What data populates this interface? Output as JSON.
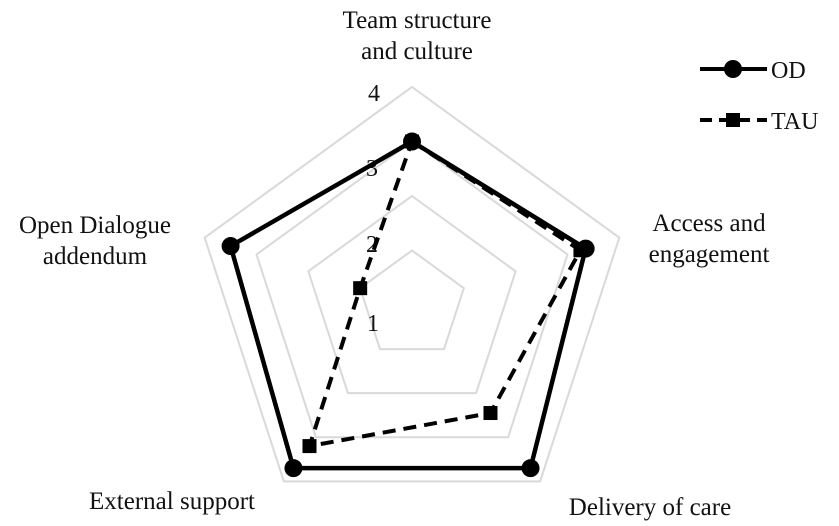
{
  "chart_data": {
    "type": "radar",
    "axes": [
      [
        "Team structure",
        "and culture"
      ],
      [
        "Access and",
        "engagement"
      ],
      [
        "Delivery of care"
      ],
      [
        "External support"
      ],
      [
        "Open Dialogue",
        "addendum"
      ]
    ],
    "range": [
      0,
      4
    ],
    "ticks": [
      "1",
      "2",
      "3",
      "4"
    ],
    "grid": true,
    "legend_position": "top-right",
    "series": [
      {
        "name": "OD",
        "values": [
          3.0,
          3.35,
          3.7,
          3.7,
          3.5
        ],
        "color": "#000000",
        "line_style": "solid",
        "marker": "circle"
      },
      {
        "name": "TAU",
        "values": [
          3.0,
          3.25,
          2.45,
          3.2,
          1.0
        ],
        "color": "#000000",
        "line_style": "dashed",
        "marker": "square"
      }
    ]
  }
}
